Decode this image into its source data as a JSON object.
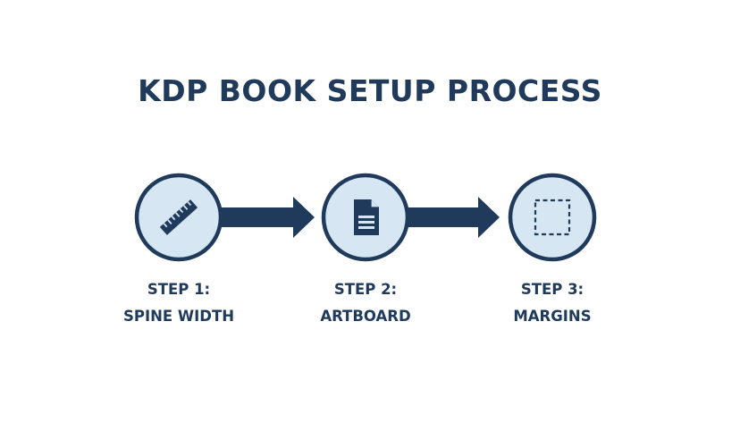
{
  "title": "KDP BOOK SETUP PROCESS",
  "colors": {
    "navy": "#1f3a5a",
    "circle_fill": "#d6e6f2",
    "background": "#ffffff"
  },
  "steps": [
    {
      "step": "STEP 1:",
      "name": "SPINE WIDTH",
      "icon": "ruler-icon"
    },
    {
      "step": "STEP 2:",
      "name": "ARTBOARD",
      "icon": "document-icon"
    },
    {
      "step": "STEP 3:",
      "name": "MARGINS",
      "icon": "dashed-square-icon"
    }
  ]
}
